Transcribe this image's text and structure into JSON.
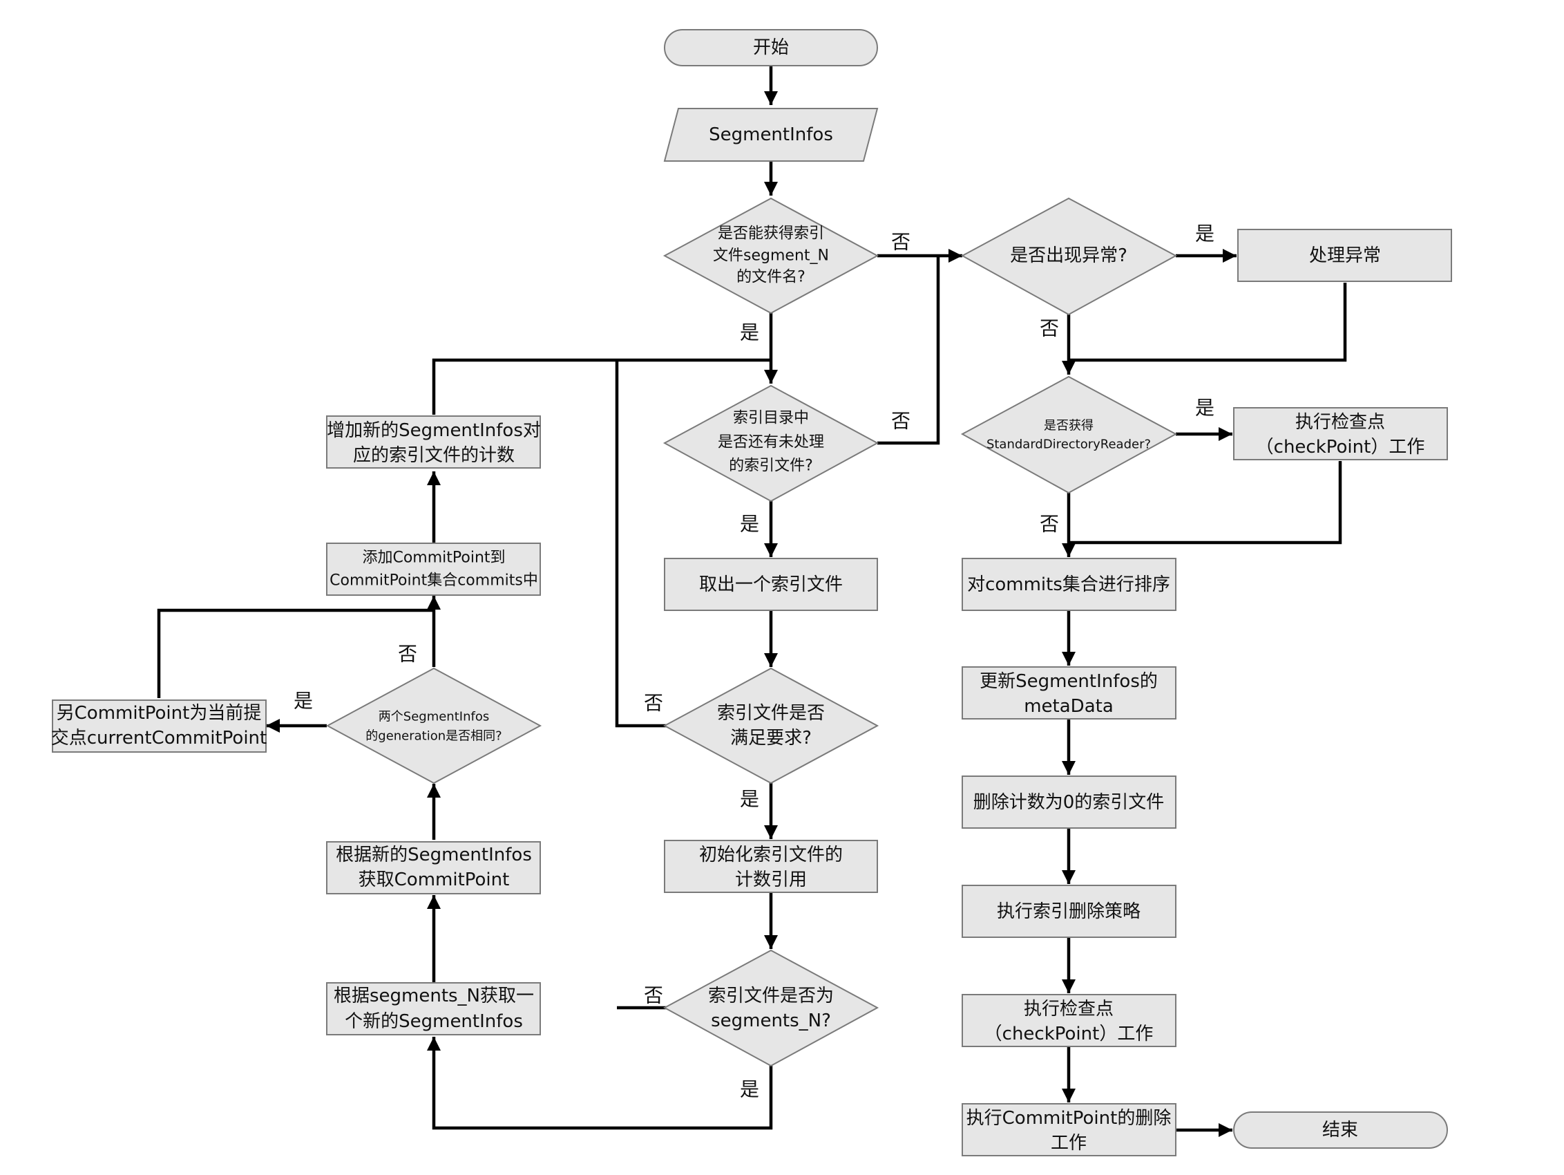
{
  "nodes": {
    "start": "开始",
    "segment_infos": "SegmentInfos",
    "can_get_segment_n": [
      "是否能获得索引",
      "文件segment_N",
      "的文件名?"
    ],
    "exception_occurred": "是否出现异常?",
    "handle_exception": "处理异常",
    "has_unprocessed": [
      "索引目录中",
      "是否还有未处理",
      "的索引文件?"
    ],
    "take_index_file": "取出一个索引文件",
    "file_meets_requirement": [
      "索引文件是否",
      "满足要求?"
    ],
    "init_ref_count": [
      "初始化索引文件的",
      "计数引用"
    ],
    "is_segments_n": [
      "索引文件是否为",
      "segments_N?"
    ],
    "get_new_segmentinfos": [
      "根据segments_N获取一",
      "个新的SegmentInfos"
    ],
    "get_commitpoint": [
      "根据新的SegmentInfos",
      "获取CommitPoint"
    ],
    "same_generation": [
      "两个SegmentInfos",
      "的generation是否相同?"
    ],
    "set_current_commitpoint": [
      "另CommitPoint为当前提",
      "交点currentCommitPoint"
    ],
    "add_commitpoint": [
      "添加CommitPoint到",
      "CommitPoint集合commits中"
    ],
    "add_ref_count": [
      "增加新的SegmentInfos对",
      "应的索引文件的计数"
    ],
    "got_sdr": [
      "是否获得",
      "StandardDirectoryReader?"
    ],
    "do_checkpoint_1": [
      "执行检查点",
      "（checkPoint）工作"
    ],
    "sort_commits": "对commits集合进行排序",
    "update_metadata": [
      "更新SegmentInfos的",
      "metaData"
    ],
    "delete_zero_ref": "删除计数为0的索引文件",
    "deletion_policy": "执行索引删除策略",
    "do_checkpoint_2": [
      "执行检查点",
      "（checkPoint）工作"
    ],
    "delete_commitpoint": [
      "执行CommitPoint的删除",
      "工作"
    ],
    "end": "结束"
  },
  "edge_labels": {
    "yes": "是",
    "no": "否"
  }
}
